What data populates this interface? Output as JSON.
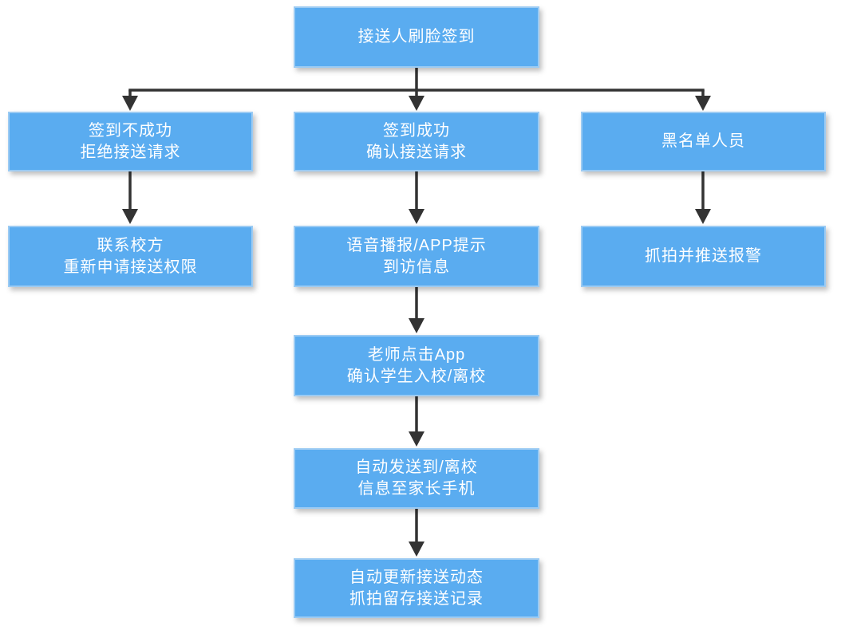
{
  "diagram": {
    "type": "flowchart",
    "colors": {
      "node_fill": "#5aacf0",
      "node_border": "#9ccbf3",
      "node_text": "#ffffff",
      "arrow": "#333333",
      "background": "#ffffff"
    },
    "nodes": {
      "checkin": {
        "lines": [
          "接送人刷脸签到"
        ]
      },
      "fail": {
        "lines": [
          "签到不成功",
          "拒绝接送请求"
        ]
      },
      "success": {
        "lines": [
          "签到成功",
          "确认接送请求"
        ]
      },
      "blacklist": {
        "lines": [
          "黑名单人员"
        ]
      },
      "contact": {
        "lines": [
          "联系校方",
          "重新申请接送权限"
        ]
      },
      "voice": {
        "lines": [
          "语音播报/APP提示",
          "到访信息"
        ]
      },
      "alarm": {
        "lines": [
          "抓拍并推送报警"
        ]
      },
      "teacher": {
        "lines": [
          "老师点击App",
          "确认学生入校/离校"
        ]
      },
      "notify": {
        "lines": [
          "自动发送到/离校",
          "信息至家长手机"
        ]
      },
      "record": {
        "lines": [
          "自动更新接送动态",
          "抓拍留存接送记录"
        ]
      }
    },
    "edges": [
      {
        "from": "checkin",
        "to": "fail"
      },
      {
        "from": "checkin",
        "to": "success"
      },
      {
        "from": "checkin",
        "to": "blacklist"
      },
      {
        "from": "fail",
        "to": "contact"
      },
      {
        "from": "success",
        "to": "voice"
      },
      {
        "from": "blacklist",
        "to": "alarm"
      },
      {
        "from": "voice",
        "to": "teacher"
      },
      {
        "from": "teacher",
        "to": "notify"
      },
      {
        "from": "notify",
        "to": "record"
      }
    ]
  }
}
